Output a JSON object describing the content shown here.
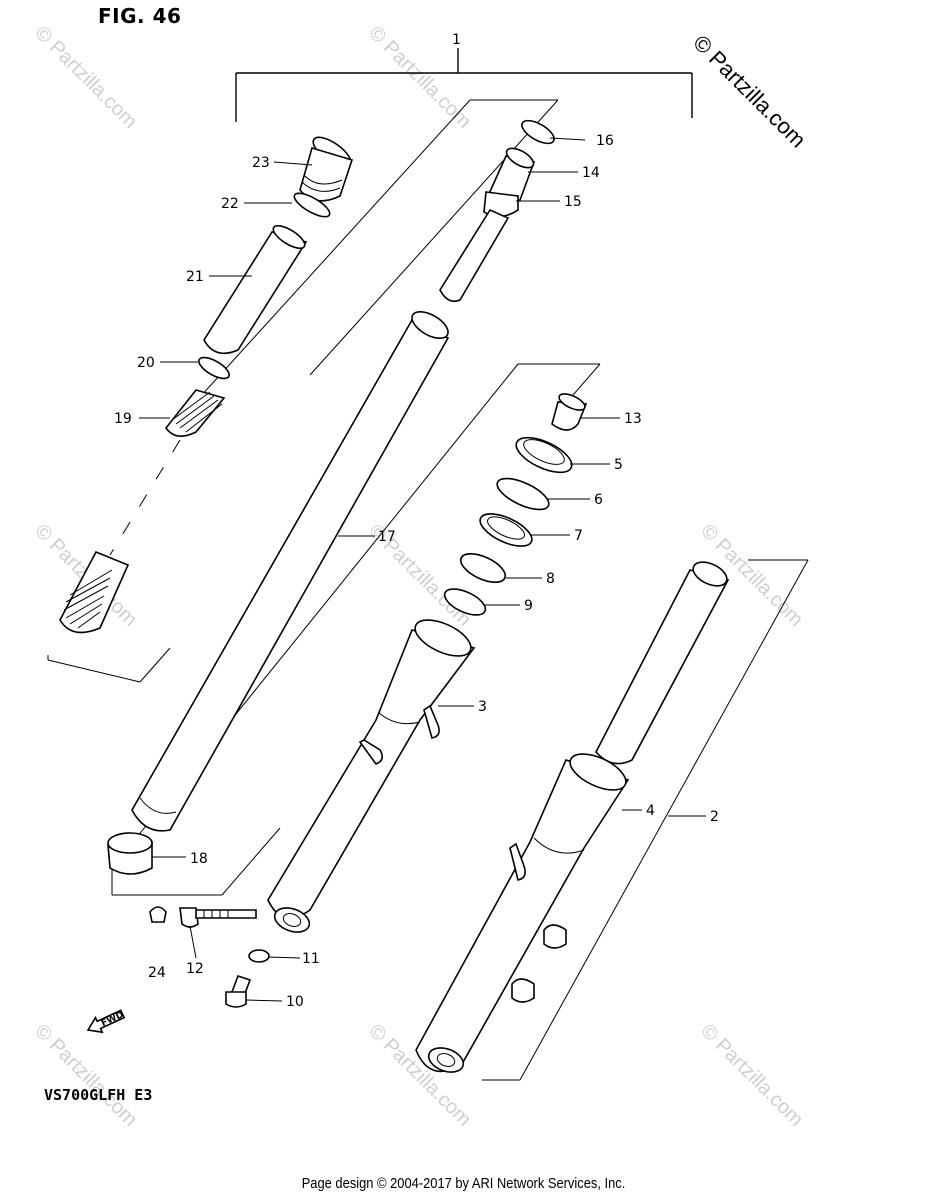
{
  "figure": {
    "title": "FIG. 46"
  },
  "model_code": "VS700GLFH  E3",
  "copyright_mark": "© Partzilla.com",
  "watermark_text": "© Partzilla.com",
  "footer": "Page design © 2004-2017 by ARI Network Services, Inc.",
  "direction_arrow": {
    "label": "FWD",
    "icon": "fwd-arrow-icon"
  },
  "callouts": [
    {
      "number": "1"
    },
    {
      "number": "2"
    },
    {
      "number": "3"
    },
    {
      "number": "4"
    },
    {
      "number": "5"
    },
    {
      "number": "6"
    },
    {
      "number": "7"
    },
    {
      "number": "8"
    },
    {
      "number": "9"
    },
    {
      "number": "10"
    },
    {
      "number": "11"
    },
    {
      "number": "12"
    },
    {
      "number": "13"
    },
    {
      "number": "14"
    },
    {
      "number": "15"
    },
    {
      "number": "16"
    },
    {
      "number": "17"
    },
    {
      "number": "18"
    },
    {
      "number": "19"
    },
    {
      "number": "20"
    },
    {
      "number": "21"
    },
    {
      "number": "22"
    },
    {
      "number": "23"
    },
    {
      "number": "24"
    }
  ]
}
